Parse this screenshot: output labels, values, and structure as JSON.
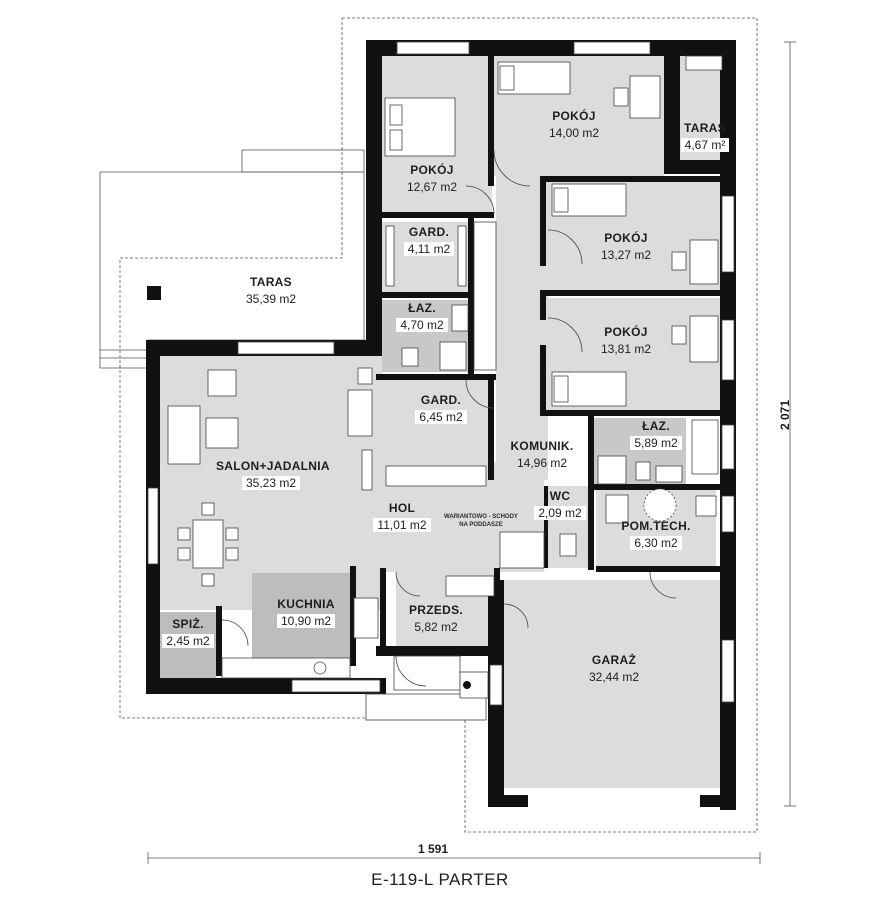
{
  "title": "E-119-L PARTER",
  "dimensions": {
    "width": "1 591",
    "depth": "2 071"
  },
  "stair_note": {
    "line1": "WARIANTOWO - SCHODY",
    "line2": "NA PODDASZE"
  },
  "rooms": {
    "pokoj_nw": {
      "name": "POKÓJ",
      "area": "12,67 m2"
    },
    "pokoj_n": {
      "name": "POKÓJ",
      "area": "14,00 m2"
    },
    "taras_ne": {
      "name": "TARAS",
      "area": "4,67 m²"
    },
    "gard1": {
      "name": "GARD.",
      "area": "4,11 m2"
    },
    "pokoj_e1": {
      "name": "POKÓJ",
      "area": "13,27 m2"
    },
    "taras_w": {
      "name": "TARAS",
      "area": "35,39 m2"
    },
    "laz1": {
      "name": "ŁAZ.",
      "area": "4,70 m2"
    },
    "pokoj_e2": {
      "name": "POKÓJ",
      "area": "13,81 m2"
    },
    "gard2": {
      "name": "GARD.",
      "area": "6,45 m2"
    },
    "laz2": {
      "name": "ŁAZ.",
      "area": "5,89 m2"
    },
    "komunik": {
      "name": "KOMUNIK.",
      "area": "14,96 m2"
    },
    "salon": {
      "name": "SALON+JADALNIA",
      "area": "35,23 m2"
    },
    "wc": {
      "name": "WC",
      "area": "2,09 m2"
    },
    "hol": {
      "name": "HOL",
      "area": "11,01 m2"
    },
    "pomtech": {
      "name": "POM.TECH.",
      "area": "6,30 m2"
    },
    "kuchnia": {
      "name": "KUCHNIA",
      "area": "10,90 m2"
    },
    "spiz": {
      "name": "SPIŻ.",
      "area": "2,45 m2"
    },
    "przeds": {
      "name": "PRZEDS.",
      "area": "5,82 m2"
    },
    "garaz": {
      "name": "GARAŻ",
      "area": "32,44 m2"
    }
  },
  "colors": {
    "wall": "#111111",
    "floor": "#dcdcdc",
    "floor_dark": "#bdbdbd",
    "line": "#444444"
  }
}
